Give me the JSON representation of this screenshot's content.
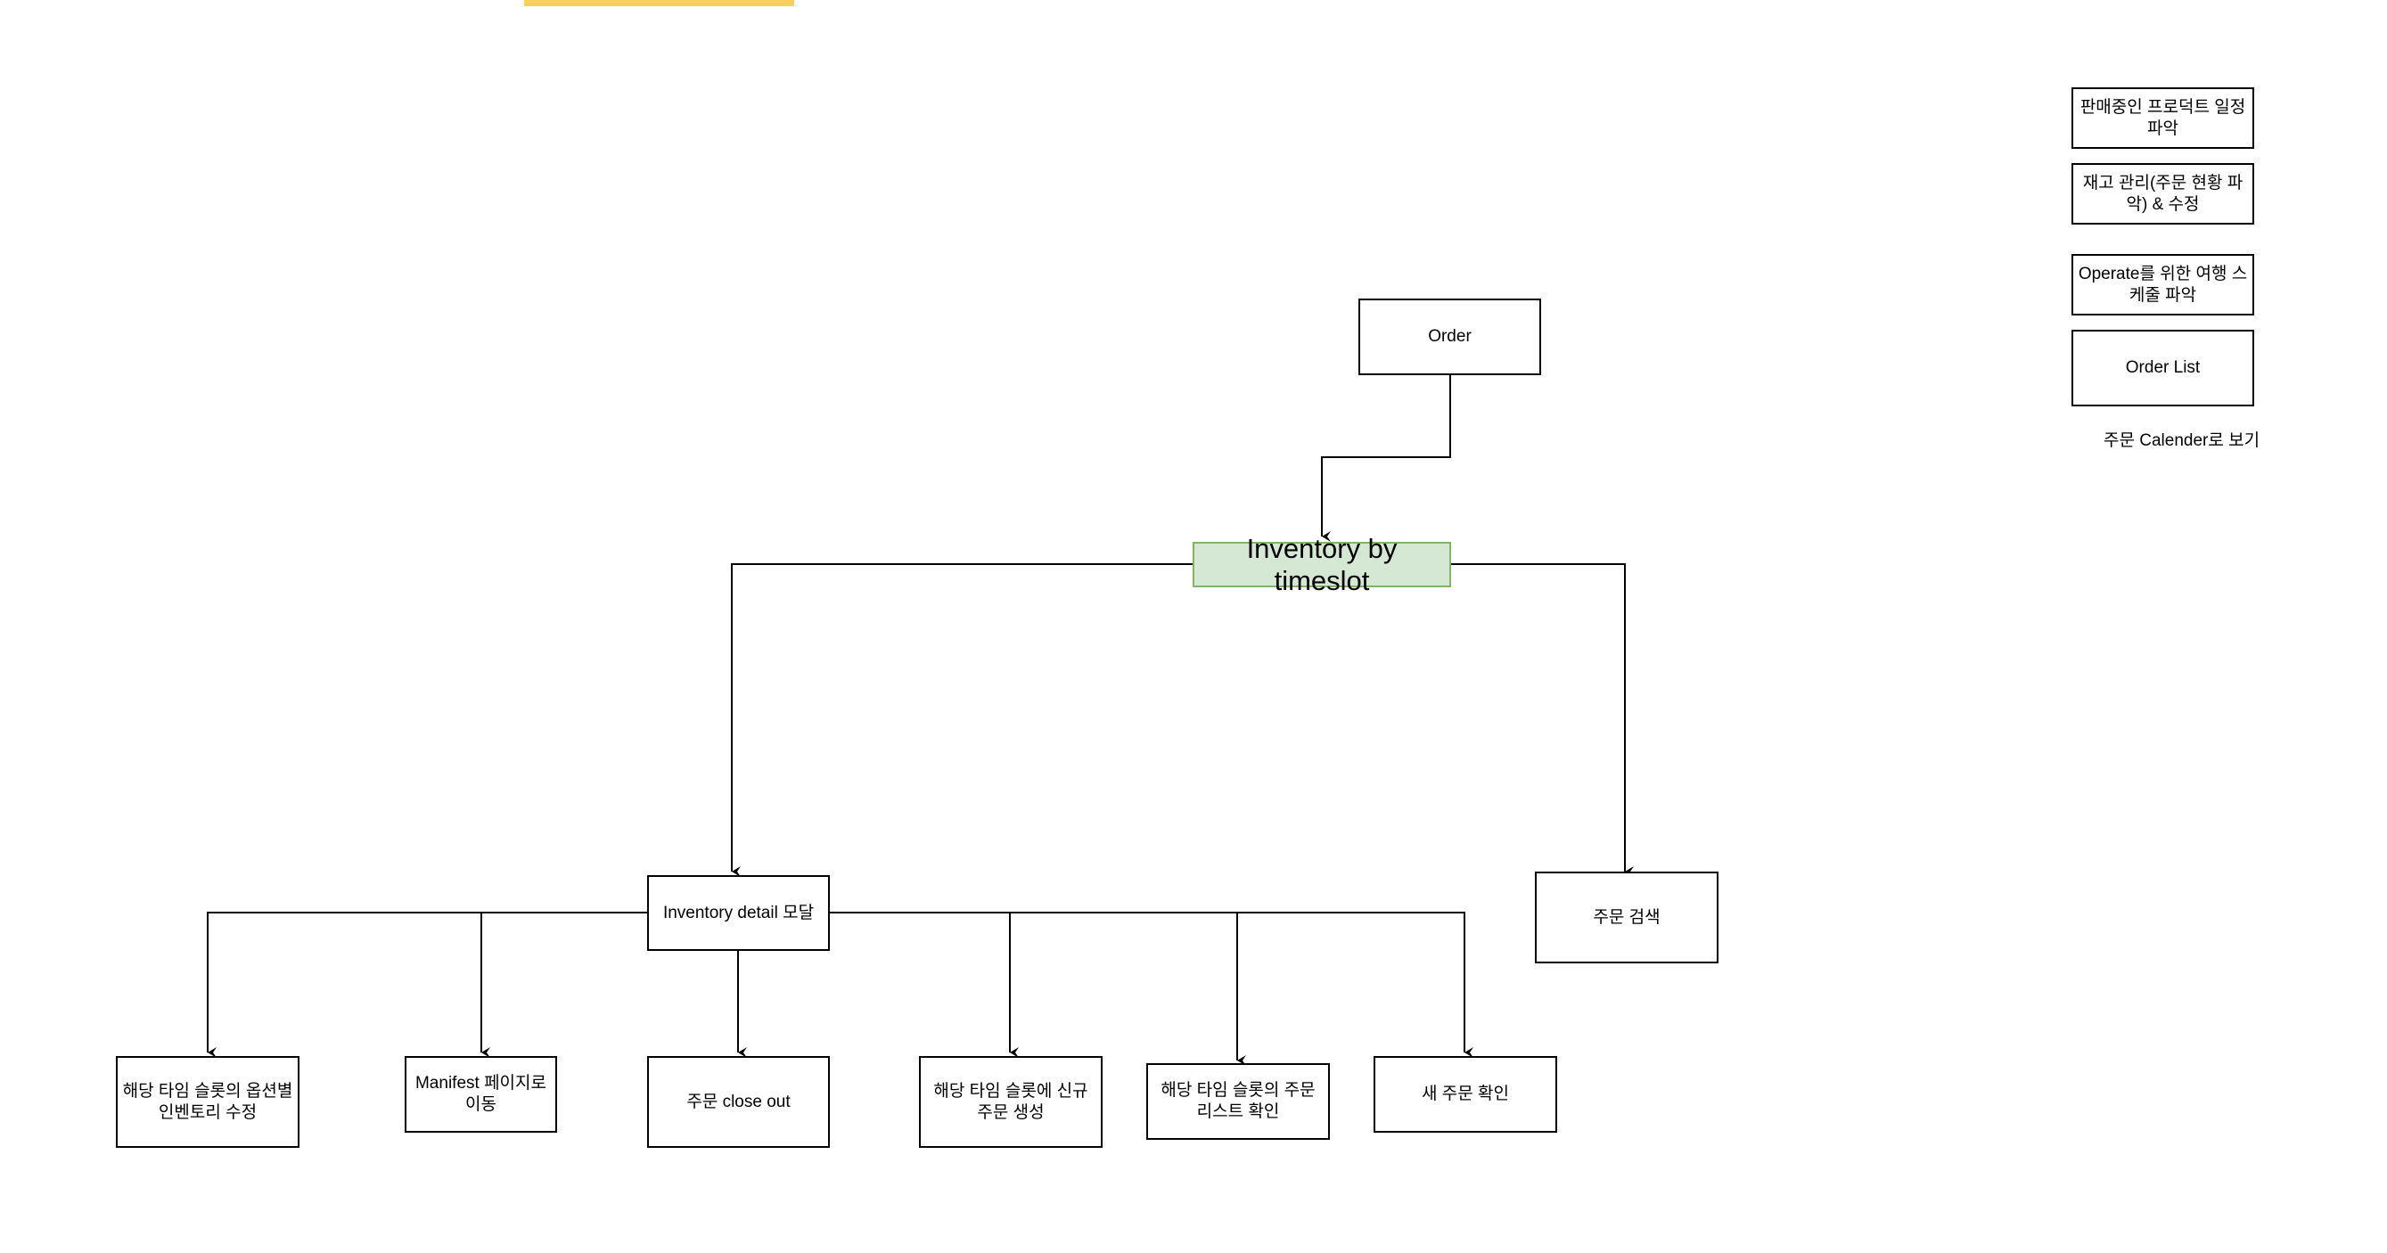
{
  "diagram": {
    "nodes": {
      "order": "Order",
      "inventory_by_timeslot": "Inventory by timeslot",
      "inventory_detail_modal": "Inventory detail 모달",
      "order_search": "주문 검색",
      "edit_option_inventory": "해당 타임 슬롯의 옵션별 인벤토리 수정",
      "go_manifest": "Manifest 페이지로 이동",
      "order_close_out": "주문 close out",
      "create_new_order": "해당 타임 슬롯에 신규 주문 생성",
      "check_order_list": "해당 타임 슬롯의 주문 리스트 확인",
      "check_new_order": "새 주문 확인"
    },
    "side_panel": {
      "items": [
        "판매중인 프로덕트 일정 파악",
        "재고 관리(주문 현황 파악) & 수정",
        "Operate를 위한 여행 스케줄 파악",
        "Order List"
      ],
      "note": "주문 Calender로 보기"
    },
    "edges": [
      {
        "from": "Order",
        "to": "Inventory by timeslot"
      },
      {
        "from": "Inventory by timeslot",
        "to": "Inventory detail 모달"
      },
      {
        "from": "Inventory by timeslot",
        "to": "주문 검색"
      },
      {
        "from": "Inventory detail 모달",
        "to": "해당 타임 슬롯의 옵션별 인벤토리 수정"
      },
      {
        "from": "Inventory detail 모달",
        "to": "Manifest 페이지로 이동"
      },
      {
        "from": "Inventory detail 모달",
        "to": "주문 close out"
      },
      {
        "from": "Inventory detail 모달",
        "to": "해당 타임 슬롯에 신규 주문 생성"
      },
      {
        "from": "Inventory detail 모달",
        "to": "해당 타임 슬롯의 주문 리스트 확인"
      },
      {
        "from": "Inventory detail 모달",
        "to": "새 주문 확인"
      }
    ],
    "colors": {
      "accent_bar": "#f5d05a",
      "highlight_fill": "#d5e8d4",
      "highlight_border": "#82b366",
      "line": "#000000"
    }
  }
}
